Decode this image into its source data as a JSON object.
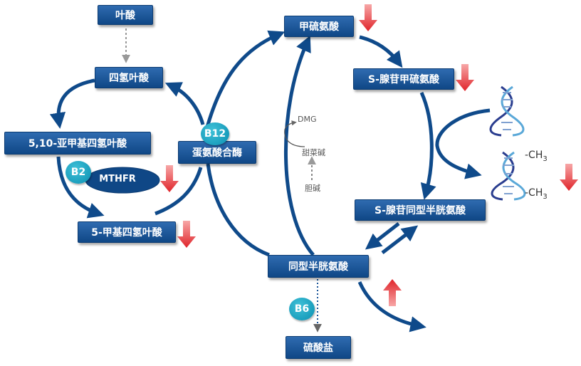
{
  "nodes": {
    "folic_acid": "叶酸",
    "thf": "四氢叶酸",
    "methylene_thf": "5,10-亚甲基四氢叶酸",
    "methyl_thf": "5-甲基四氢叶酸",
    "methionine_synthase": "蛋氨酸合酶",
    "methionine": "甲硫氨酸",
    "sam": "S-腺苷甲硫氨酸",
    "sah": "S-腺苷同型半胱氨酸",
    "homocysteine": "同型半胱氨酸",
    "sulfate": "硫酸盐"
  },
  "enzyme": {
    "mthfr": "MTHFR"
  },
  "cofactors": {
    "b2": "B2",
    "b12": "B12",
    "b6": "B6"
  },
  "side_pathway": {
    "dmg": "DMG",
    "betaine": "甜菜碱",
    "choline": "胆碱"
  },
  "methyl_groups": {
    "ch3_prefix": "-CH",
    "ch3_sub": "3"
  },
  "colors": {
    "box_fill": "#1a5599",
    "arrow": "#0f4a8a",
    "badge": "#1aa6c8",
    "red_arrow": "#e0242a",
    "dna_dark": "#2a3d8f",
    "dna_light": "#5aa8d8"
  },
  "icons": [
    "dna-helix-icon",
    "down-red-arrow-icon",
    "up-red-arrow-icon"
  ]
}
